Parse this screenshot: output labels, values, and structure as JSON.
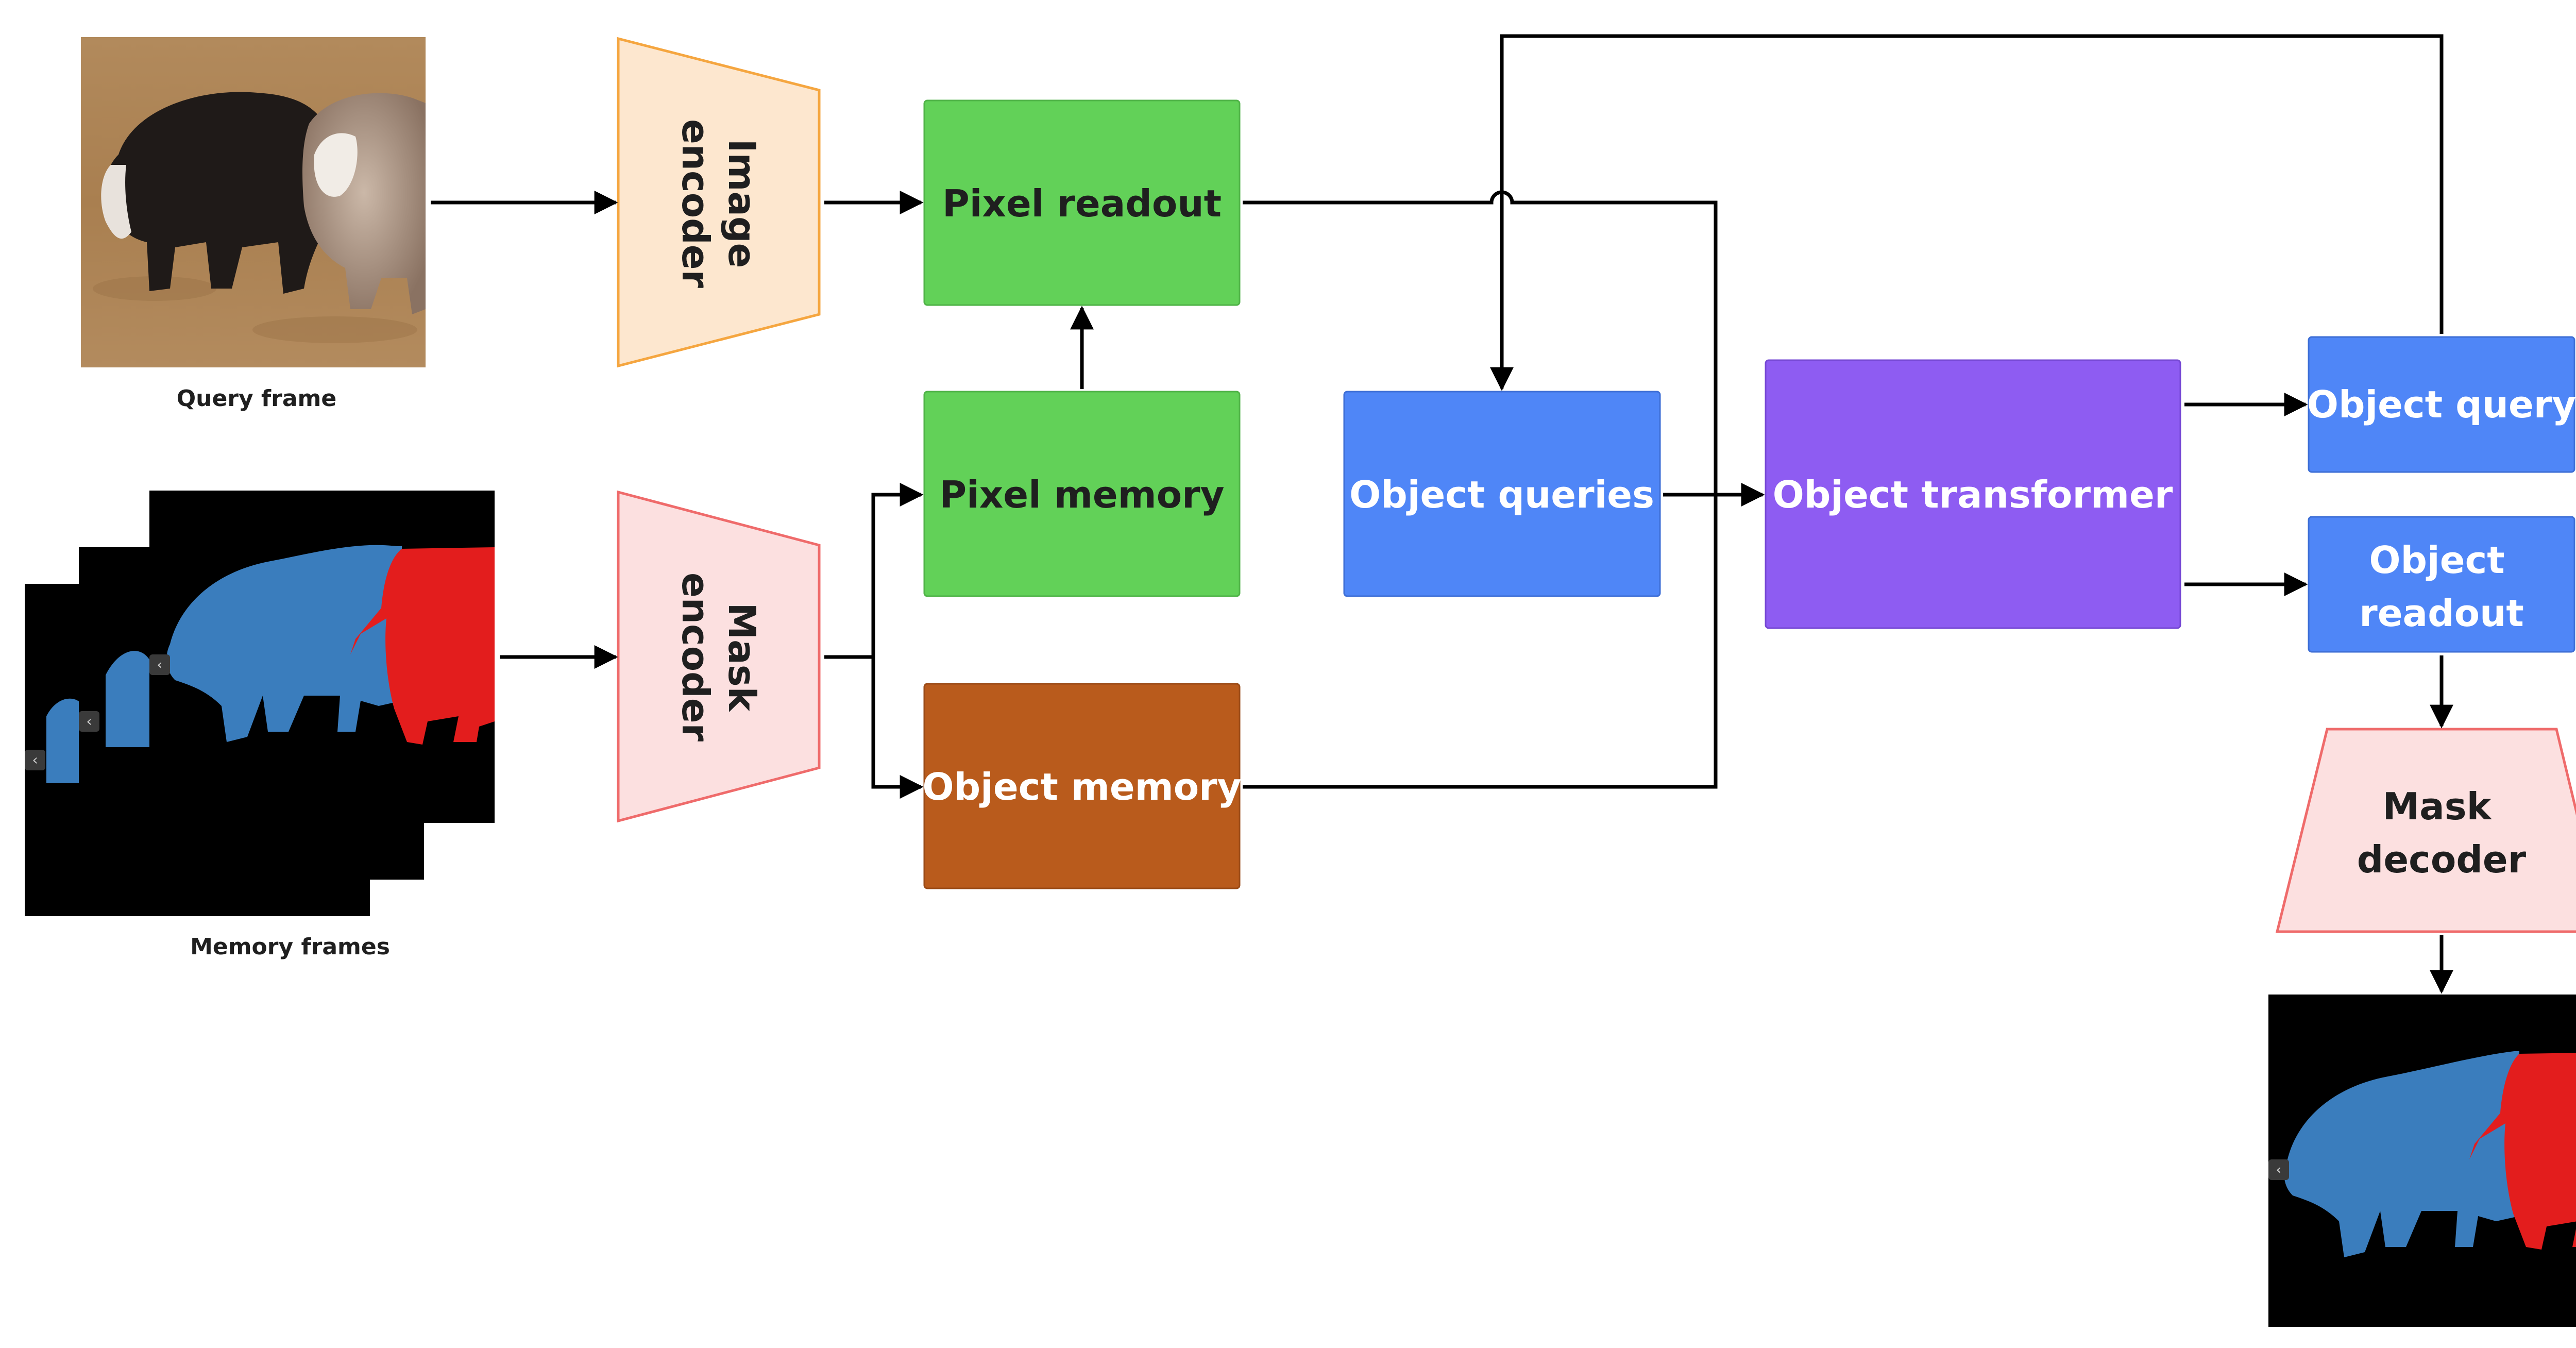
{
  "captions": {
    "query_frame": "Query frame",
    "memory_frames": "Memory frames"
  },
  "blocks": {
    "image_encoder": [
      "Image",
      "encoder"
    ],
    "mask_encoder": [
      "Mask",
      "encoder"
    ],
    "pixel_readout": "Pixel readout",
    "pixel_memory": "Pixel memory",
    "object_memory": "Object memory",
    "object_queries": "Object queries",
    "object_transformer": "Object transformer",
    "object_query": "Object query",
    "object_readout": [
      "Object",
      "readout"
    ],
    "mask_decoder": [
      "Mask",
      "decoder"
    ]
  },
  "colors": {
    "green": "#62d158",
    "brown": "#b95b1c",
    "blue": "#4f86f7",
    "purple": "#8e5cf2",
    "encoder_orange_fill": "#fde7cf",
    "encoder_orange_stroke": "#f5a640",
    "encoder_red_fill": "#fce0e0",
    "encoder_red_stroke": "#ef6b6b",
    "mask_blue": "#3a7dbd",
    "mask_red": "#e31d1d",
    "text_dark": "#1f1f1f",
    "text_light": "#ffffff"
  }
}
